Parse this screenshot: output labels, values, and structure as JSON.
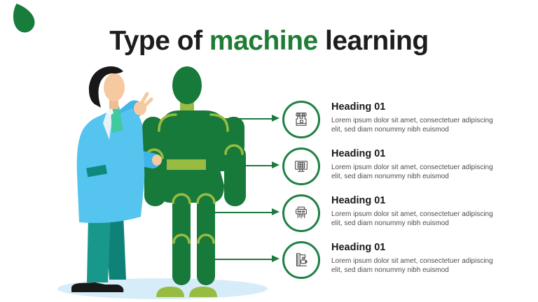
{
  "title": {
    "prefix": "Type of ",
    "highlight": "machine",
    "suffix": " learning"
  },
  "rows": [
    {
      "heading": "Heading 01",
      "body": "Lorem ipsum dolor sit amet, consectetuer adipiscing elit, sed diam nonummy  nibh euismod",
      "icon": "espresso-machine-icon"
    },
    {
      "heading": "Heading 01",
      "body": "Lorem ipsum dolor sit amet, consectetuer adipiscing elit, sed diam nonummy  nibh euismod",
      "icon": "monitor-grid-icon"
    },
    {
      "heading": "Heading 01",
      "body": "Lorem ipsum dolor sit amet, consectetuer adipiscing elit, sed diam nonummy  nibh euismod",
      "icon": "printer-shredder-icon"
    },
    {
      "heading": "Heading 01",
      "body": "Lorem ipsum dolor sit amet, consectetuer adipiscing elit, sed diam nonummy  nibh euismod",
      "icon": "milling-machine-icon"
    }
  ],
  "colors": {
    "title_highlight_green": "#1e7c34",
    "robot_dark_green": "#17793a",
    "robot_joint_lime": "#98bc41",
    "circle_border_green": "#1f8044",
    "arrow_green": "#1c7a3c",
    "coat_light_blue": "#55c4ef",
    "sleeve_blue": "#41b5e9",
    "pants_teal": "#18988b",
    "shirt_mint": "#41c9a0",
    "skin": "#f6c9a0",
    "ground_shadow_blue": "#d7ecf9",
    "heading_text": "#1a1a1a",
    "body_text": "#4f4f4f"
  }
}
